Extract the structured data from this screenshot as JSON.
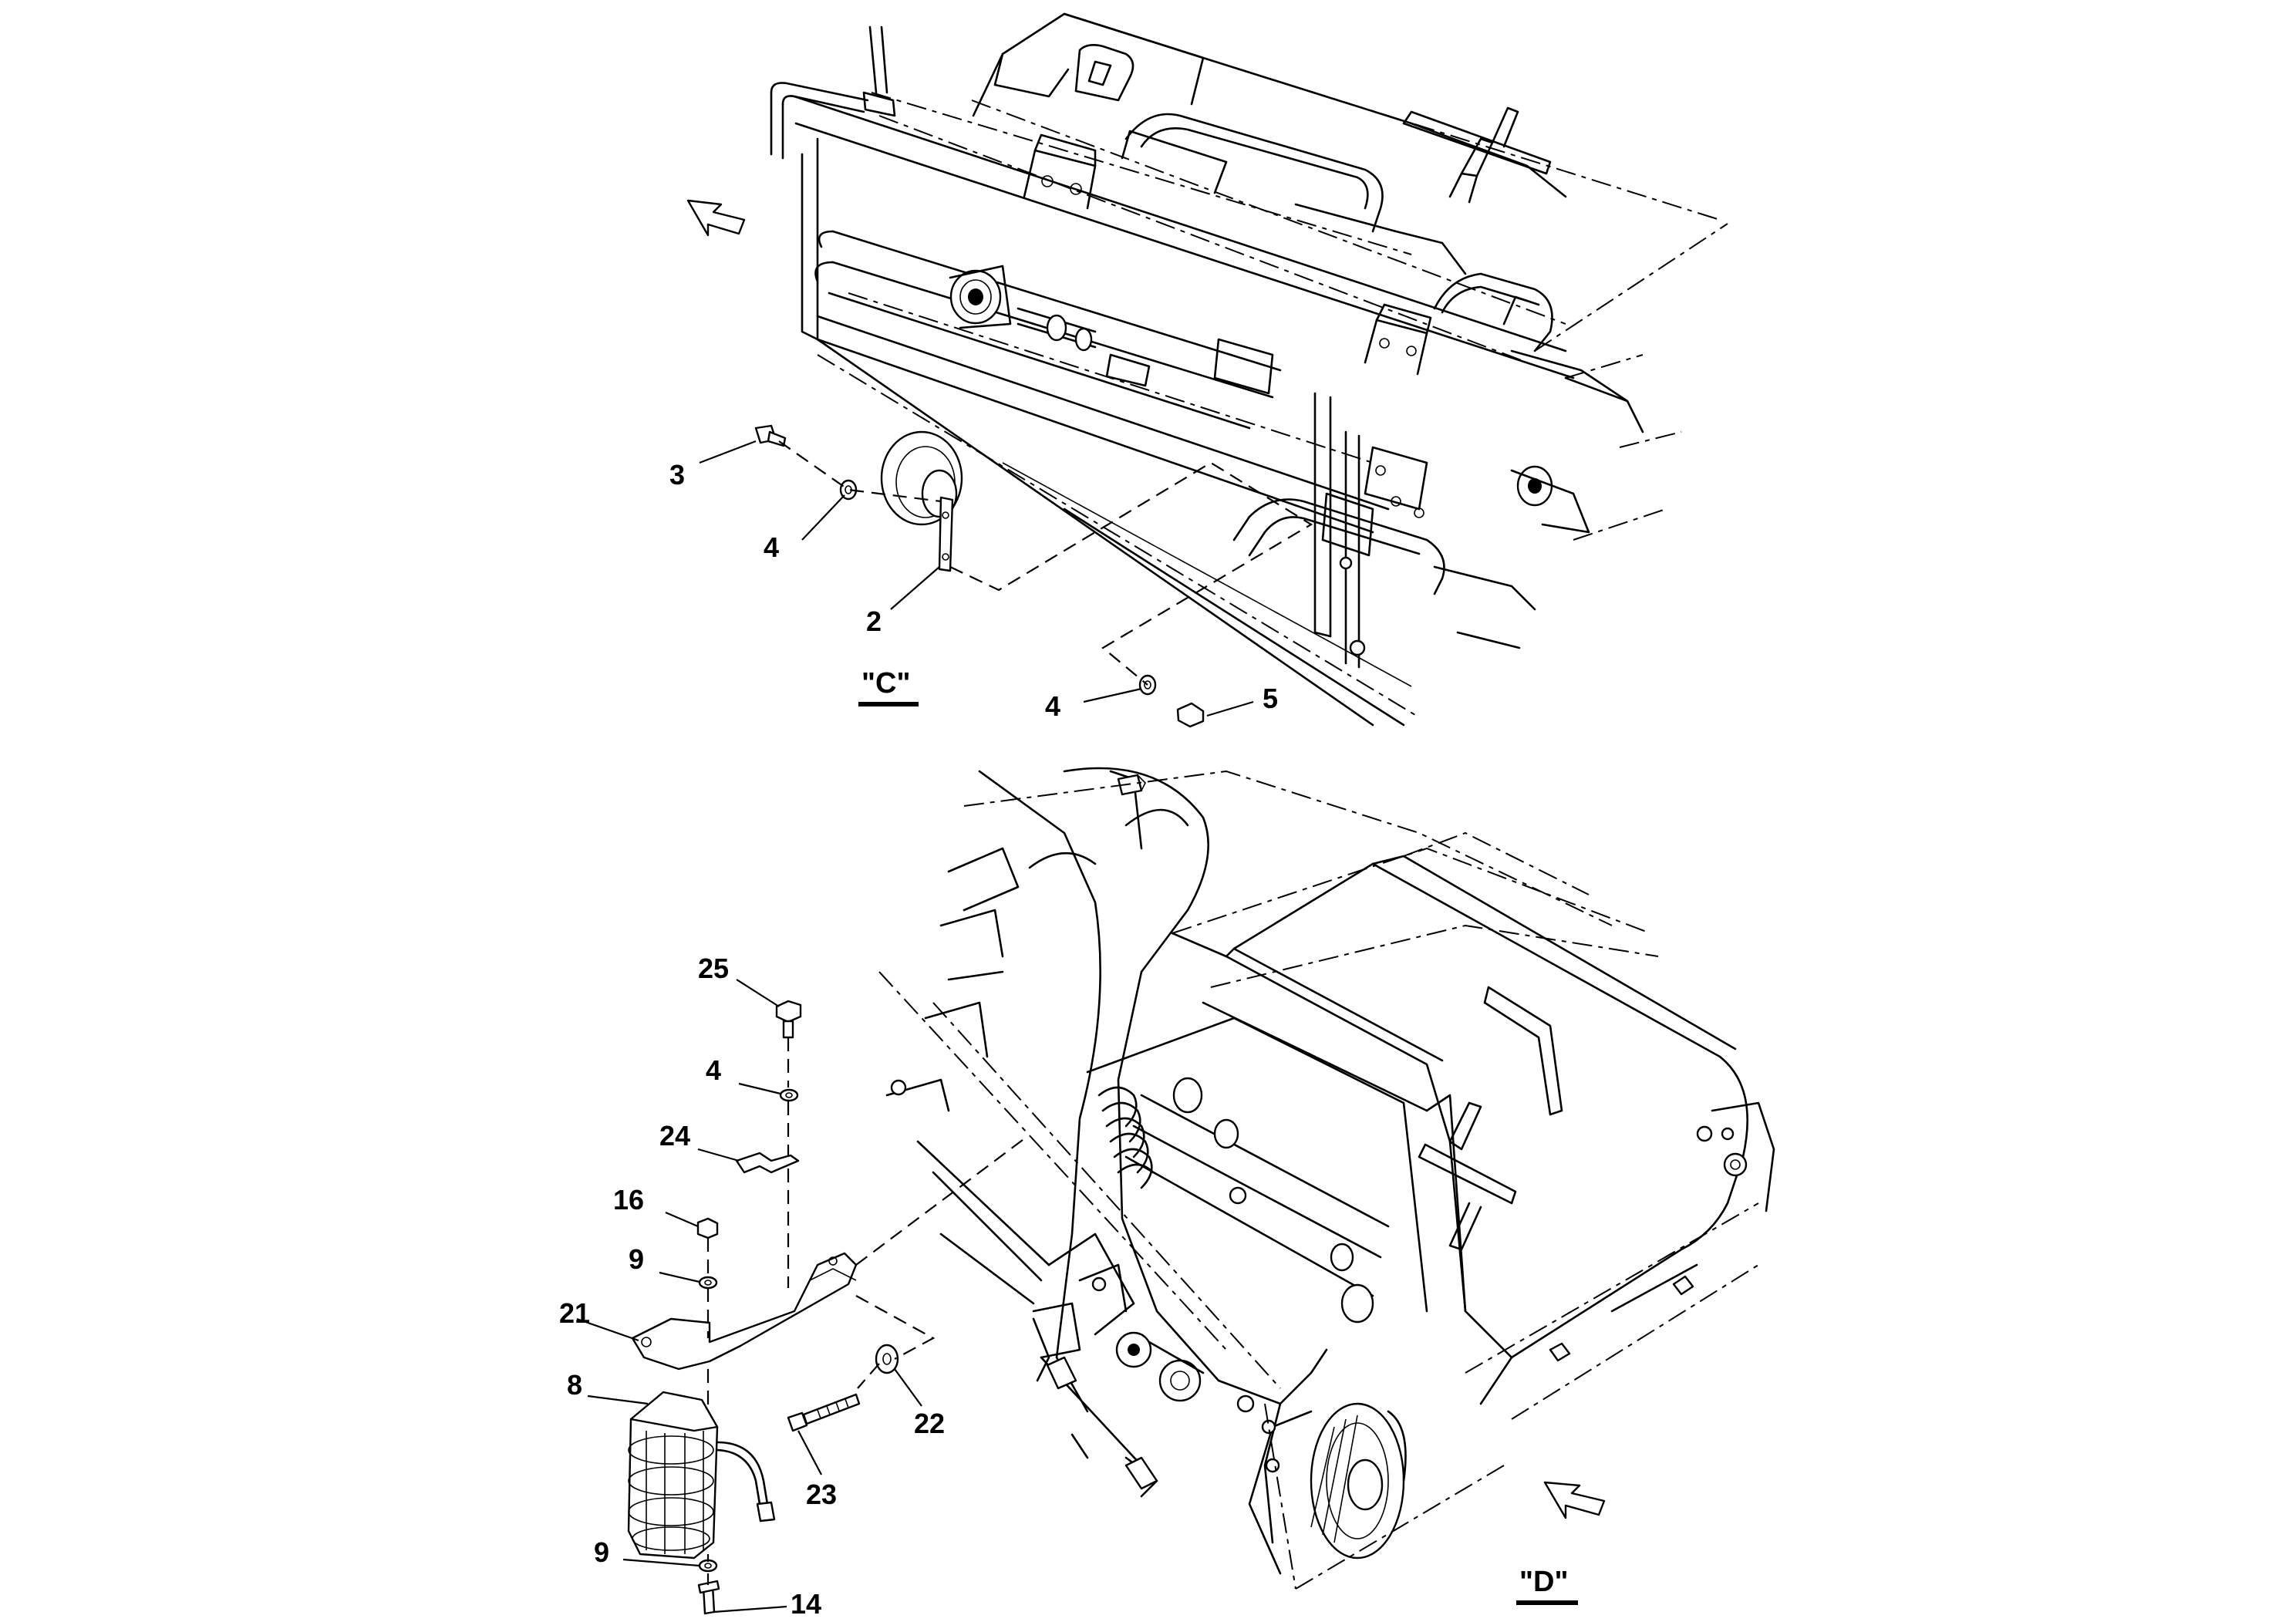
{
  "views": {
    "c": {
      "label": "\"C\"",
      "callouts": [
        "3",
        "4",
        "2",
        "4",
        "5"
      ]
    },
    "d": {
      "label": "\"D\"",
      "callouts": [
        "25",
        "4",
        "24",
        "16",
        "9",
        "21",
        "8",
        "9",
        "14",
        "23",
        "22"
      ]
    }
  }
}
